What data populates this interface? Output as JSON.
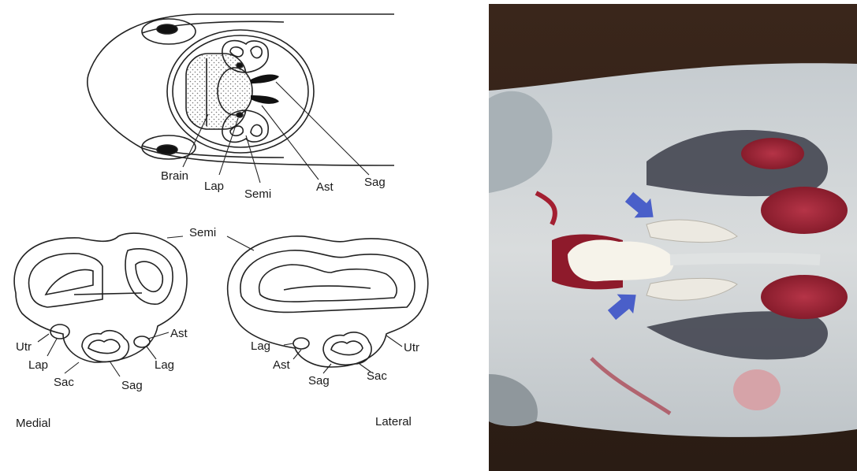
{
  "labels": {
    "brain": "Brain",
    "lap": "Lap",
    "semi": "Semi",
    "ast": "Ast",
    "sag": "Sag",
    "utr": "Utr",
    "lag": "Lag",
    "sac": "Sac"
  },
  "captions": {
    "medial": "Medial",
    "lateral": "Lateral"
  },
  "colors": {
    "arrow": "#4a5fc9",
    "otolith_fill": "#f4f2ec",
    "tissue": "#cfd3d6",
    "blood": "#9c1a2c"
  },
  "icons": [
    "arrow-icon",
    "arrow-icon"
  ]
}
